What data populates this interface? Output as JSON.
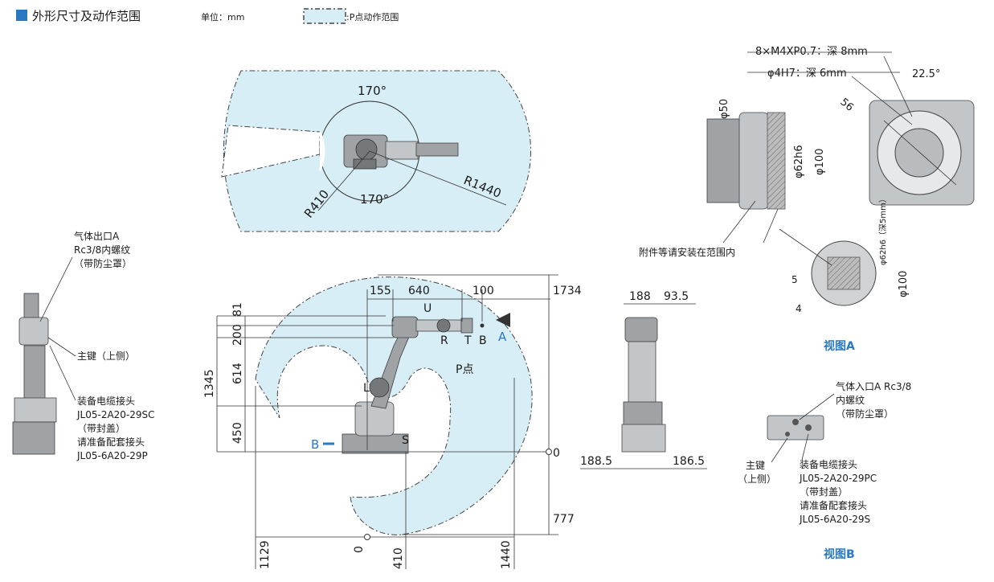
{
  "header": {
    "title": "外形尺寸及动作范围",
    "unit": "单位：mm",
    "legend": ":P点动作范围"
  },
  "top_view": {
    "angle_top": "170°",
    "angle_bottom": "170°",
    "r_inner": "R410",
    "r_outer": "R1440"
  },
  "side_view": {
    "h_155": "155",
    "h_640": "640",
    "h_100": "100",
    "v_81": "81",
    "v_200": "200",
    "v_614": "614",
    "v_450": "450",
    "v_1345": "1345",
    "v_1734": "1734",
    "v_0": "0",
    "v_777": "777",
    "x_1129": "1129",
    "x_0": "0",
    "x_410": "410",
    "x_1440": "1440",
    "axis_u": "U",
    "axis_r": "R",
    "axis_t": "T",
    "axis_b": "B",
    "axis_l": "L",
    "axis_s": "S",
    "p_point": "P点",
    "view_a_marker": "A",
    "view_b_marker": "B"
  },
  "rear_view": {
    "w_188": "188",
    "w_93_5": "93.5",
    "w_188_5": "188.5",
    "w_186_5": "186.5"
  },
  "left_callouts": {
    "gas_outlet": [
      "气体出口A",
      "Rc3/8内螺纹",
      "（带防尘罩）"
    ],
    "main_key": "主键（上侧）",
    "cable_connector": [
      "装备电缆接头",
      "JL05-2A20-29SC",
      "（带封盖）",
      "请准备配套接头",
      "JL05-6A20-29P"
    ]
  },
  "view_a": {
    "title": "视图A",
    "bolt_spec": "8×M4XP0.7：深 8mm",
    "pin_spec": "φ4H7：深 6mm",
    "angle": "22.5°",
    "dim_56": "56",
    "dim_phi50": "φ50",
    "dim_phi62h6": "φ62h6",
    "dim_phi100": "φ100",
    "dim_phi62h6_depth": "φ62h6（深5mm）",
    "dim_phi100_b": "φ100",
    "dim_5": "5",
    "dim_4": "4",
    "attach_note": "附件等请安装在范围内"
  },
  "view_b": {
    "title": "视图B",
    "gas_inlet": [
      "气体入口A Rc3/8",
      "内螺纹",
      "（带防尘罩）"
    ],
    "main_key": [
      "主键",
      "（上侧）"
    ],
    "cable_connector": [
      "装备电缆接头",
      "JL05-2A20-29PC",
      "（带封盖）",
      "请准备配套接头",
      "JL05-6A20-29S"
    ]
  },
  "colors": {
    "accent_blue": "#2a78c2",
    "zone_fill": "#d8eef6"
  }
}
